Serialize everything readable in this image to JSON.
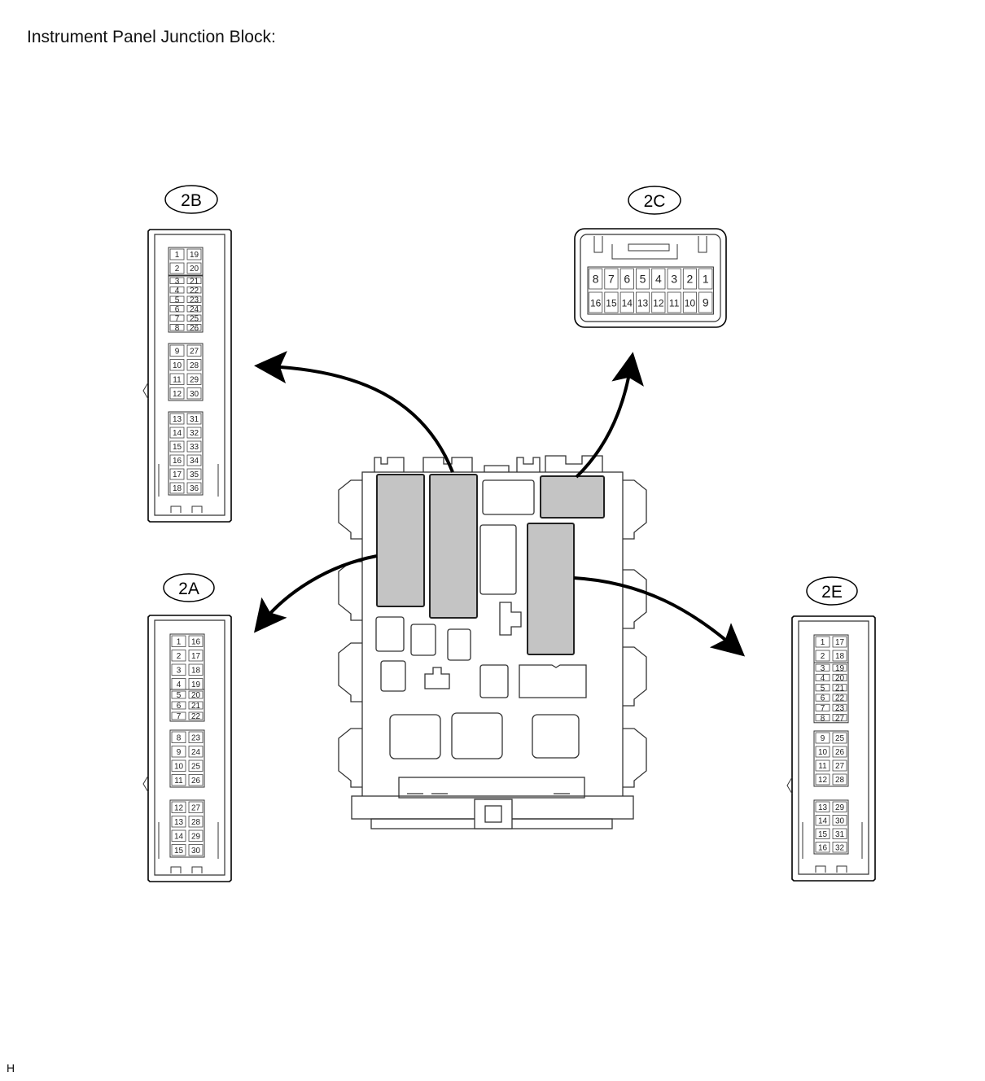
{
  "title": "Instrument Panel Junction Block:",
  "footer_code": "H",
  "connectors": {
    "c2B": {
      "label": "2B",
      "groups": [
        [
          [
            "1",
            "19"
          ],
          [
            "2",
            "20"
          ]
        ],
        [
          [
            "3",
            "21"
          ],
          [
            "4",
            "22"
          ],
          [
            "5",
            "23"
          ],
          [
            "6",
            "24"
          ],
          [
            "7",
            "25"
          ],
          [
            "8",
            "26"
          ]
        ],
        [
          [
            "9",
            "27"
          ],
          [
            "10",
            "28"
          ],
          [
            "11",
            "29"
          ],
          [
            "12",
            "30"
          ]
        ],
        [
          [
            "13",
            "31"
          ],
          [
            "14",
            "32"
          ],
          [
            "15",
            "33"
          ],
          [
            "16",
            "34"
          ],
          [
            "17",
            "35"
          ],
          [
            "18",
            "36"
          ]
        ]
      ]
    },
    "c2A": {
      "label": "2A",
      "groups": [
        [
          [
            "1",
            "16"
          ],
          [
            "2",
            "17"
          ],
          [
            "3",
            "18"
          ],
          [
            "4",
            "19"
          ]
        ],
        [
          [
            "5",
            "20"
          ],
          [
            "6",
            "21"
          ],
          [
            "7",
            "22"
          ]
        ],
        [
          [
            "8",
            "23"
          ],
          [
            "9",
            "24"
          ],
          [
            "10",
            "25"
          ],
          [
            "11",
            "26"
          ]
        ],
        [
          [
            "12",
            "27"
          ],
          [
            "13",
            "28"
          ],
          [
            "14",
            "29"
          ],
          [
            "15",
            "30"
          ]
        ]
      ]
    },
    "c2E": {
      "label": "2E",
      "groups": [
        [
          [
            "1",
            "17"
          ],
          [
            "2",
            "18"
          ]
        ],
        [
          [
            "3",
            "19"
          ],
          [
            "4",
            "20"
          ],
          [
            "5",
            "21"
          ],
          [
            "6",
            "22"
          ],
          [
            "7",
            "23"
          ],
          [
            "8",
            "27"
          ]
        ],
        [
          [
            "9",
            "25"
          ],
          [
            "10",
            "26"
          ],
          [
            "11",
            "27"
          ],
          [
            "12",
            "28"
          ]
        ],
        [
          [
            "13",
            "29"
          ],
          [
            "14",
            "30"
          ],
          [
            "15",
            "31"
          ],
          [
            "16",
            "32"
          ]
        ]
      ]
    },
    "c2C": {
      "label": "2C",
      "rows": [
        [
          "8",
          "7",
          "6",
          "5",
          "4",
          "3",
          "2",
          "1"
        ],
        [
          "16",
          "15",
          "14",
          "13",
          "12",
          "11",
          "10",
          "9"
        ]
      ]
    }
  }
}
